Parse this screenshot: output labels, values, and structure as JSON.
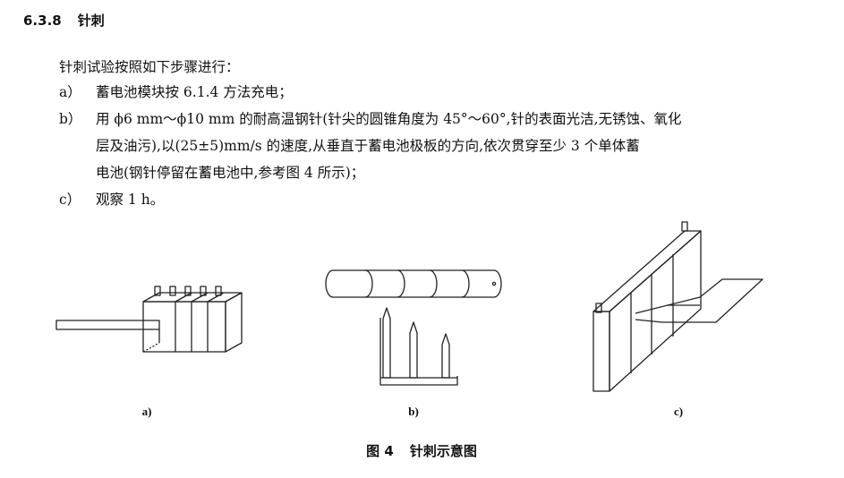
{
  "section": {
    "number": "6.3.8",
    "title": "针刺"
  },
  "intro": "针刺试验按照如下步骤进行：",
  "steps": [
    {
      "label": "a）",
      "lines": [
        "蓄电池模块按 6.1.4 方法充电；"
      ]
    },
    {
      "label": "b）",
      "lines": [
        "用 ϕ6 mm～ϕ10 mm 的耐高温钢针(针尖的圆锥角度为 45°～60°,针的表面光洁,无锈蚀、氧化",
        "层及油污),以(25±5)mm/s 的速度,从垂直于蓄电池极板的方向,依次贯穿至少 3 个单体蓄",
        "电池(钢针停留在蓄电池中,参考图 4 所示)；"
      ]
    },
    {
      "label": "c）",
      "lines": [
        "观察 1 h。"
      ]
    }
  ],
  "figure": {
    "sub_labels": [
      "a)",
      "b)",
      "c)"
    ],
    "caption_number": "图 4",
    "caption_title": "针刺示意图"
  }
}
